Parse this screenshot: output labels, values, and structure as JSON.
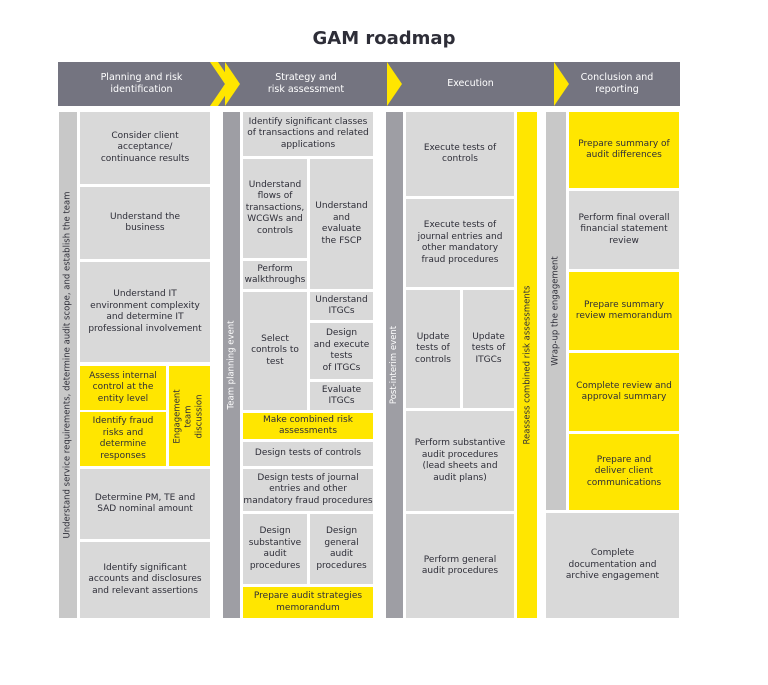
{
  "title": "GAM roadmap",
  "colors": {
    "header": "#747480",
    "header_border": "#ffffff",
    "arrow": "#ffe600",
    "box_gray": "#d9d9d9",
    "box_yellow": "#ffe600",
    "text": "#2e2e38"
  },
  "headers": [
    {
      "label": "Planning and risk\nidentification"
    },
    {
      "label": "Strategy and\nrisk assessment"
    },
    {
      "label": "Execution"
    },
    {
      "label": "Conclusion and\nreporting"
    }
  ],
  "bars": {
    "understand": "Understand service requirements, determine audit scope, and establish the team",
    "team_planning": "Team planning event",
    "post_interim": "Post-interim event",
    "reassess": "Reassess combined risk assessments",
    "wrap_up": "Wrap-up the engagement"
  },
  "planning": {
    "acceptance": "Consider client\nacceptance/\ncontinuance results",
    "business": "Understand the\nbusiness",
    "it_env": "Understand IT\nenvironment complexity\nand determine IT\nprofessional involvement",
    "internal_control": "Assess internal\ncontrol at the\nentity level",
    "fraud": "Identify fraud\nrisks and\ndetermine\nresponses",
    "team_discussion": "Engagement team\ndiscussion",
    "pm": "Determine PM, TE and\nSAD nominal amount",
    "accounts": "Identify significant\naccounts and disclosures\nand relevant assertions"
  },
  "strategy": {
    "classes": "Identify significant classes\nof transactions and related\napplications",
    "flows": "Understand\nflows of\ntransactions,\nWCGWs and\ncontrols",
    "fscp": "Understand\nand\nevaluate\nthe FSCP",
    "walkthroughs": "Perform\nwalkthroughs",
    "select_controls": "Select\ncontrols to\ntest",
    "understand_itgcs": "Understand\nITGCs",
    "design_exec_itgcs": "Design\nand execute\ntests\nof ITGCs",
    "evaluate_itgcs": "Evaluate\nITGCs",
    "combined_risk": "Make combined risk\nassessments",
    "design_controls": "Design tests of controls",
    "design_journal": "Design tests of journal\nentries and other\nmandatory fraud procedures",
    "design_substantive": "Design\nsubstantive\naudit\nprocedures",
    "design_general": "Design\ngeneral\naudit\nprocedures",
    "strategies_memo": "Prepare audit strategies\nmemorandum"
  },
  "execution": {
    "exec_controls": "Execute tests of\ncontrols",
    "exec_journal": "Execute tests of\njournal entries and\nother mandatory\nfraud procedures",
    "update_controls": "Update\ntests of\ncontrols",
    "update_itgcs": "Update\ntests of\nITGCs",
    "substantive": "Perform substantive\naudit procedures\n(lead sheets and\naudit plans)",
    "general": "Perform general\naudit procedures"
  },
  "conclusion": {
    "summary_differences": "Prepare summary of\naudit differences",
    "final_review": "Perform final overall\nfinancial statement\nreview",
    "summary_review_memo": "Prepare summary\nreview memorandum",
    "approval_summary": "Complete review and\napproval summary",
    "client_comms": "Prepare and\ndeliver client\ncommunications",
    "archive": "Complete\ndocumentation and\narchive engagement"
  }
}
